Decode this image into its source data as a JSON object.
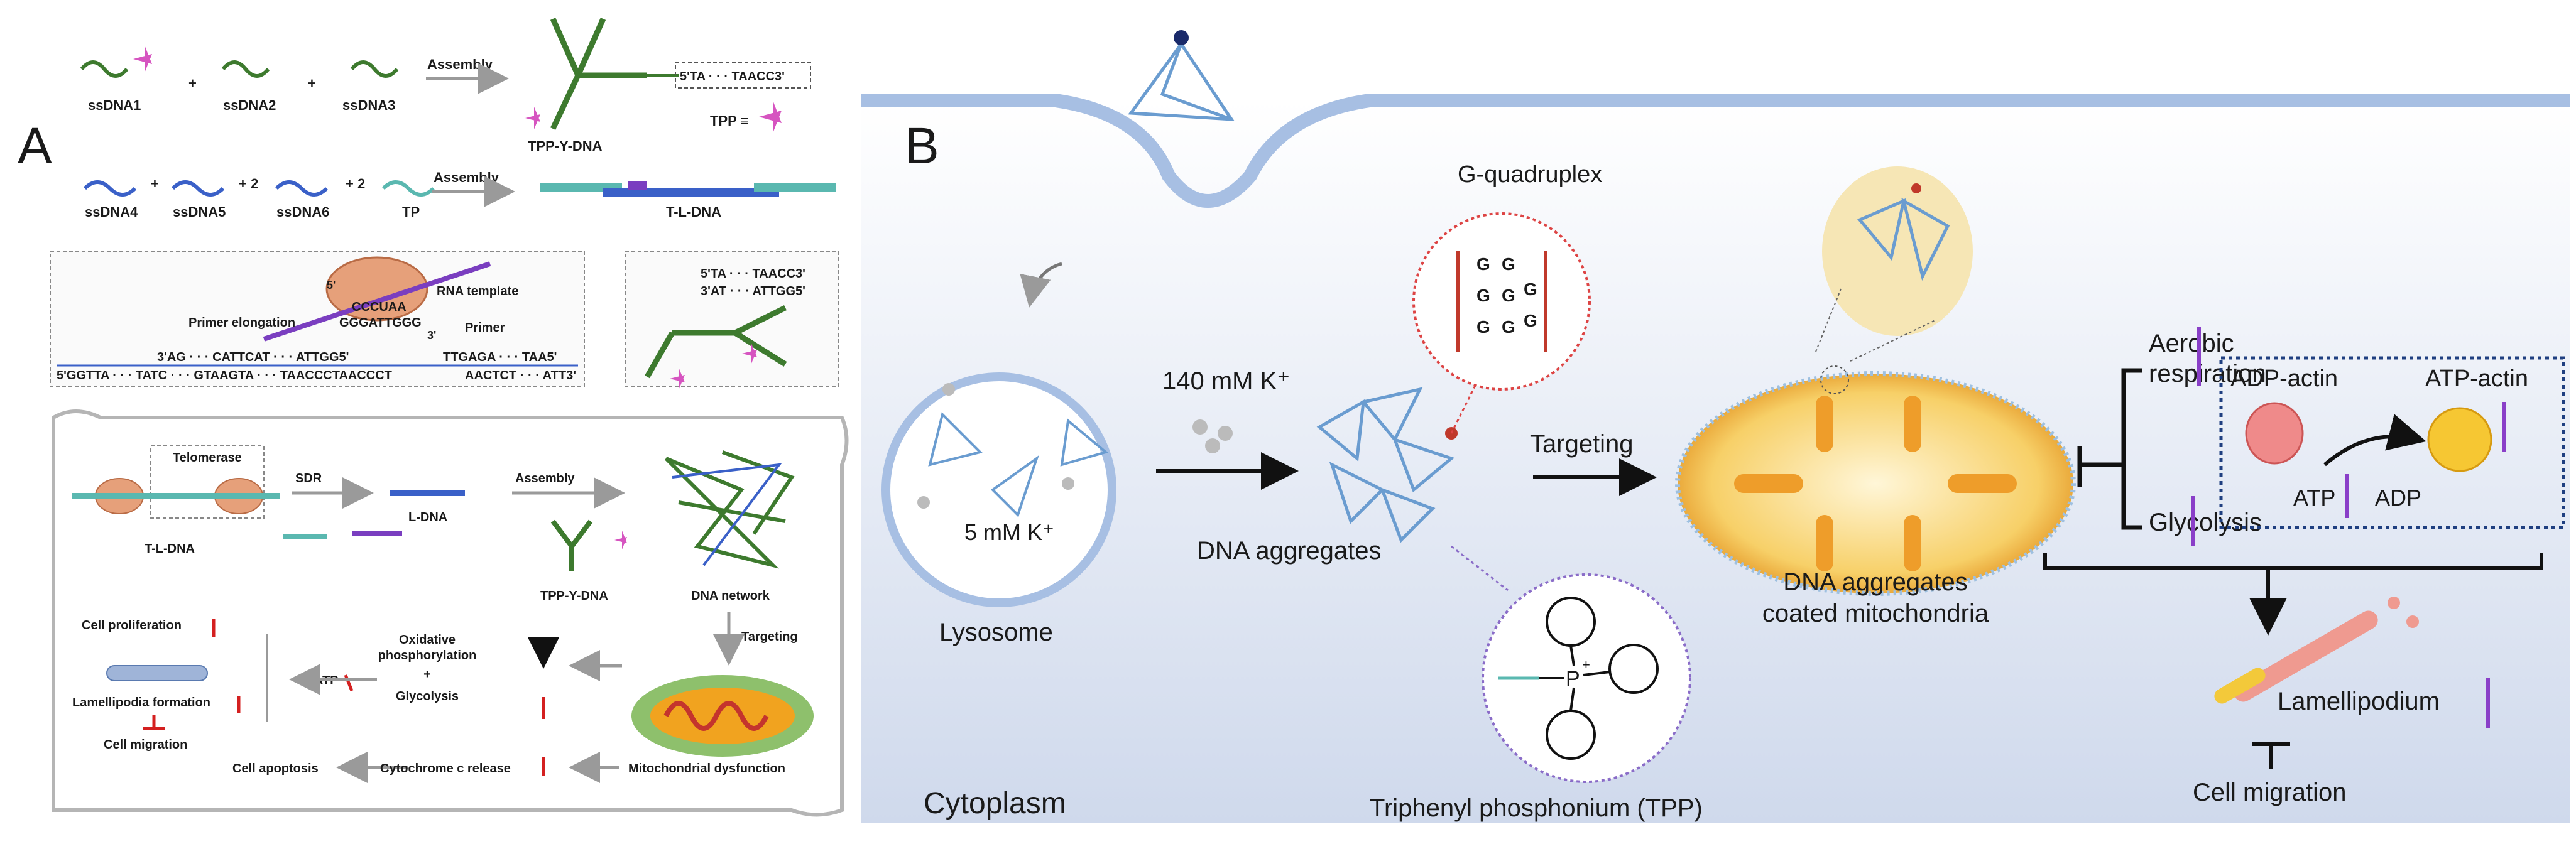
{
  "panel_a": {
    "label": "A",
    "strands_row1": [
      "ssDNA1",
      "+",
      "ssDNA2",
      "+",
      "ssDNA3"
    ],
    "assembly": "Assembly",
    "tpp_y_dna": "TPP-Y-DNA",
    "seq_ta": "5'TA · · · TAACC3'",
    "tpp_equiv": "TPP ≡",
    "strands_row2": [
      "ssDNA4",
      "+",
      "ssDNA5",
      "+ 2",
      "ssDNA6",
      "+ 2",
      "TP"
    ],
    "t_l_dna": "T-L-DNA",
    "inset_left": {
      "rna_template": "RNA template",
      "primer_elongation": "Primer elongation",
      "primer": "Primer",
      "seq_rna": "CCCUAA",
      "seq_rna2": "GGGATTGGG",
      "five_prime": "5'",
      "three_prime": "3'",
      "seq_top": "3'AG · · · CATTCAT · · · ATTGG5'",
      "seq_top_right": "TTGAGA · · · TAA5'",
      "seq_bottom": "5'GGTTA · · · TATC · · · GTAAGTA · · · TAACCCTAACCCT",
      "seq_bottom_right": "AACTCT · · · ATT3'"
    },
    "inset_right": {
      "seq1": "5'TA · · · TAACC3'",
      "seq2": "3'AT · · · ATTGG5'"
    },
    "flow": {
      "telomerase": "Telomerase",
      "sdr": "SDR",
      "l_dna": "L-DNA",
      "assembly": "Assembly",
      "dna_network": "DNA network",
      "t_l_dna": "T-L-DNA",
      "tpp_y_dna": "TPP-Y-DNA",
      "targeting": "Targeting",
      "mito_dysfunction": "Mitochondrial dysfunction",
      "oxphos": "Oxidative\nphosphorylation",
      "plus": "+",
      "glycolysis": "Glycolysis",
      "atp": "ATP",
      "cell_proliferation": "Cell proliferation",
      "lamellipodia_formation": "Lamellipodia formation",
      "cell_migration": "Cell migration",
      "cell_apoptosis": "Cell apoptosis",
      "cytochrome_release": "Cytochrome c release"
    }
  },
  "panel_b": {
    "label": "B",
    "lysosome_k": "5 mM K⁺",
    "lysosome": "Lysosome",
    "k_140": "140 mM K⁺",
    "g_quadruplex": "G-quadruplex",
    "g_letter": "G",
    "dna_aggregates": "DNA aggregates",
    "targeting": "Targeting",
    "coated_mito_line1": "DNA aggregates",
    "coated_mito_line2": "coated mitochondria",
    "tpp_name": "Triphenyl phosphonium (TPP)",
    "phos": "P",
    "plus": "+",
    "aerobic_line1": "Aerobic",
    "aerobic_line2": "respiration",
    "glycolysis": "Glycolysis",
    "adp_actin": "ADP-actin",
    "atp_actin": "ATP-actin",
    "atp": "ATP",
    "adp": "ADP",
    "lamellipodium": "Lamellipodium",
    "cell_migration": "Cell migration",
    "cytoplasm": "Cytoplasm"
  },
  "colors": {
    "down_arrow_red": "#d42020",
    "down_arrow_purple": "#8a3fc8",
    "membrane_blue": "#a7bfe3",
    "mito_orange": "#f0a020",
    "tpp_magenta": "#d654c0"
  }
}
